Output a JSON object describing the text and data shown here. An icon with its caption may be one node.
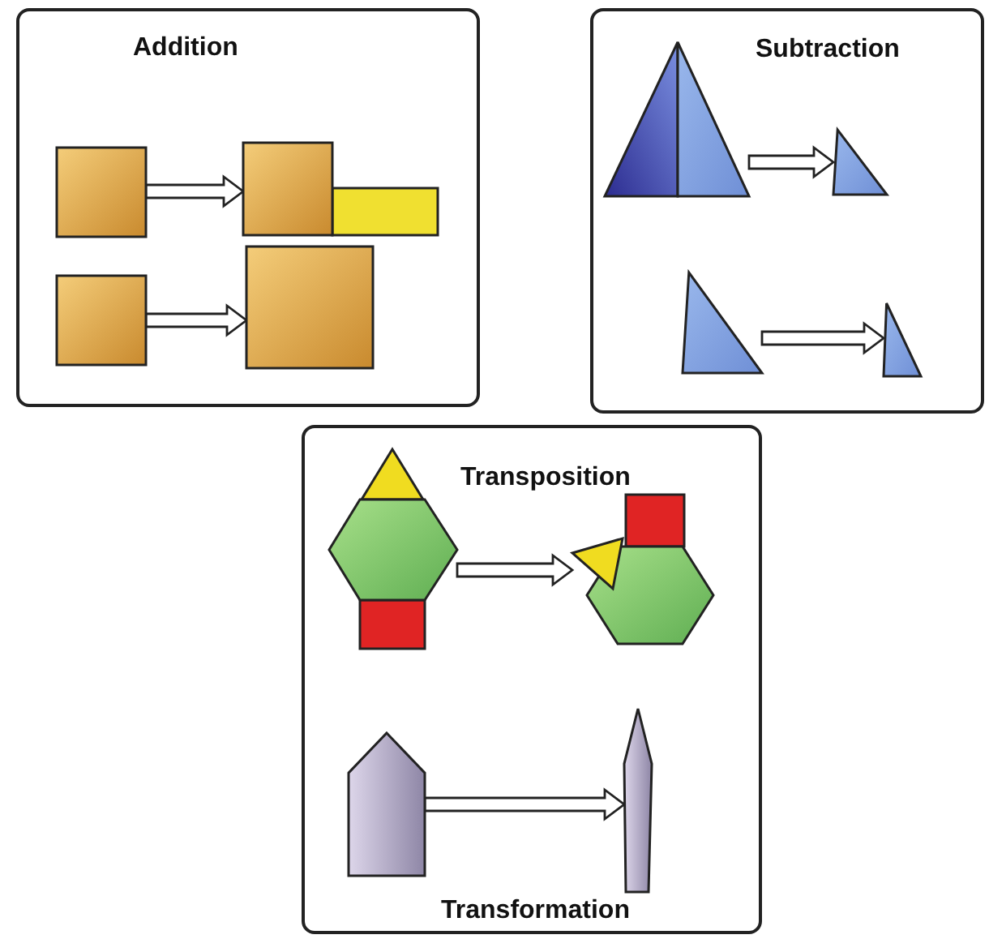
{
  "diagram": {
    "nodes": [
      {
        "text": [
          "Addition"
        ]
      },
      {
        "text": [],
        "shape": "box",
        "in": 0
      },
      {
        "text": [],
        "shape": "picture",
        "in": 0
      },
      {
        "text": [],
        "shape": "box",
        "in": 0
      },
      {
        "text": [],
        "shape": "box",
        "in": 0
      },
      {
        "text": [
          "Subtraction"
        ]
      },
      {
        "text": [],
        "shape": "picture",
        "in": 5
      },
      {
        "text": [],
        "shape": "triangle",
        "in": 5
      },
      {
        "text": [],
        "shape": "triangle",
        "in": 5
      },
      {
        "text": [],
        "shape": "triangle",
        "in": 5
      },
      {
        "text": [
          "Transposition",
          "Transformation"
        ]
      },
      {
        "text": [],
        "shape": "picture",
        "in": 10
      },
      {
        "text": [],
        "shape": "picture",
        "in": 10
      },
      {
        "text": [],
        "shape": "pentagon",
        "in": 10
      },
      {
        "text": [],
        "shape": "spike",
        "in": 10
      }
    ],
    "edges": [
      {
        "from": 1,
        "to": 2,
        "arrow": "to"
      },
      {
        "from": 3,
        "to": 4,
        "arrow": "to"
      },
      {
        "from": 6,
        "to": 7,
        "arrow": "to"
      },
      {
        "from": 8,
        "to": 9,
        "arrow": "to"
      },
      {
        "from": 11,
        "to": 12,
        "arrow": "to"
      },
      {
        "from": 13,
        "to": 14,
        "arrow": "to"
      }
    ]
  }
}
